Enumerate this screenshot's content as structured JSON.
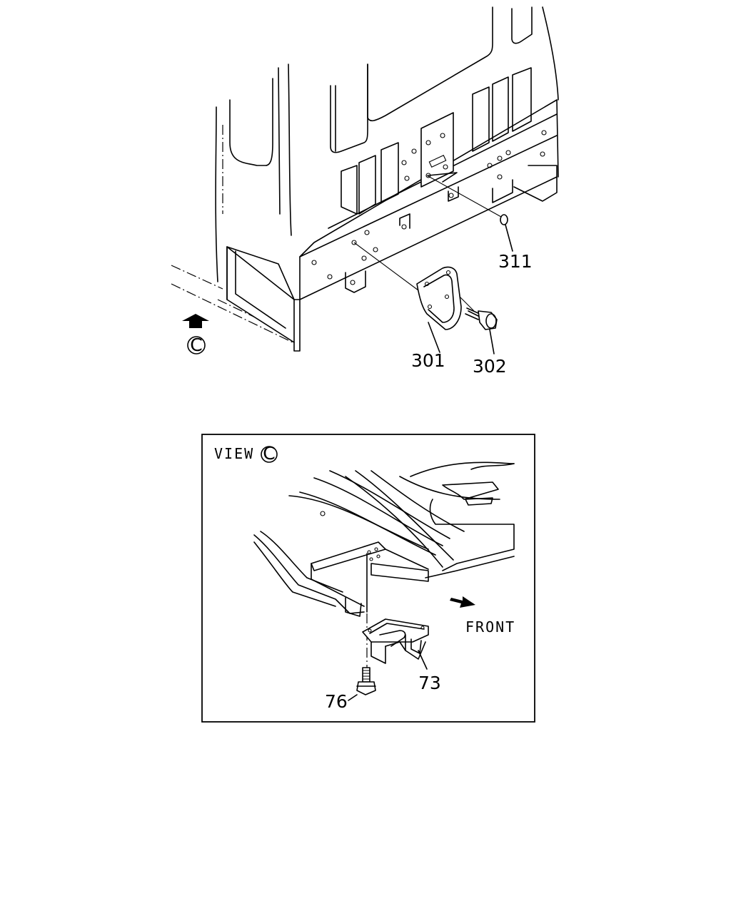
{
  "upper_view": {
    "labels": {
      "part_311": "311",
      "part_301": "301",
      "part_302": "302",
      "view_marker": "C"
    }
  },
  "lower_view": {
    "title_prefix": "VIEW",
    "title_marker": "C",
    "direction_label": "FRONT",
    "labels": {
      "part_73": "73",
      "part_76": "76"
    }
  }
}
